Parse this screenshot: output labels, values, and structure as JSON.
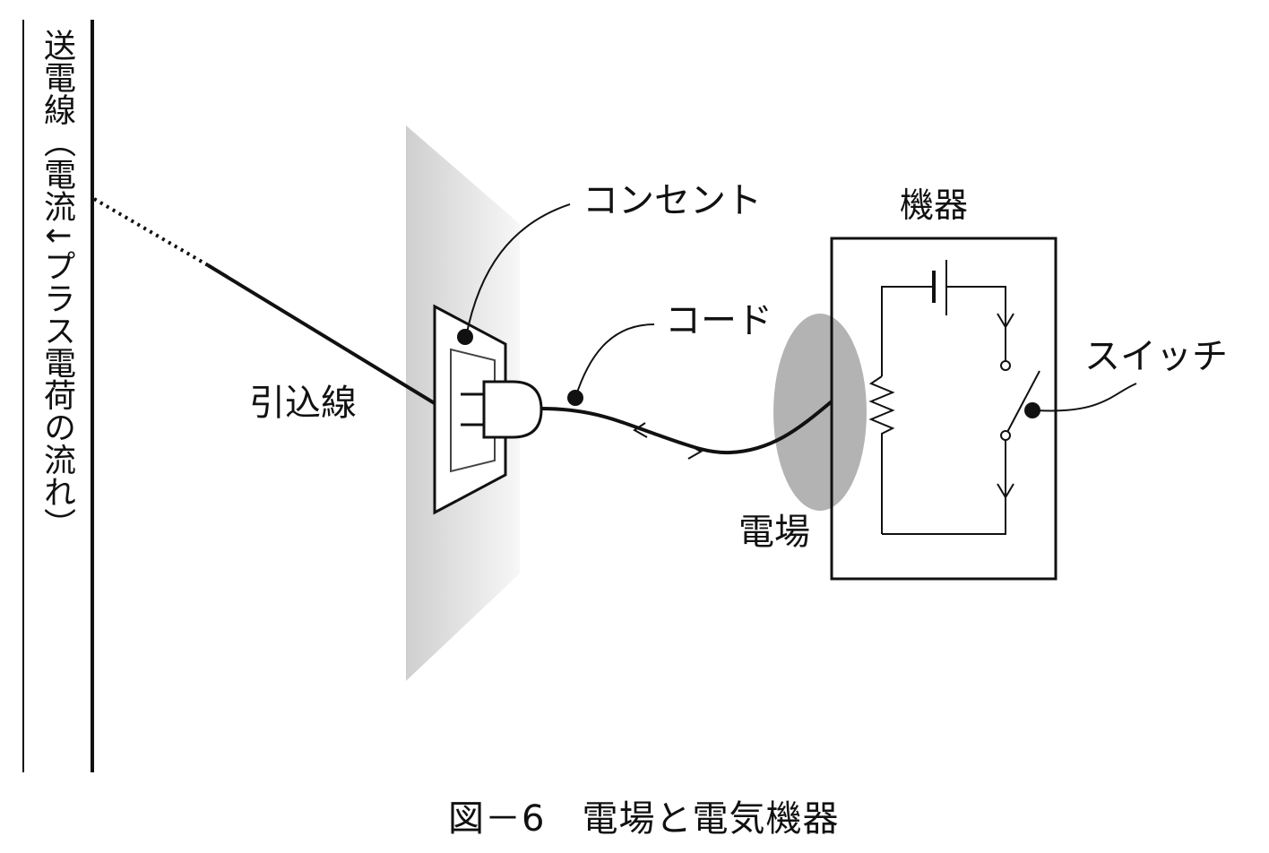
{
  "labels": {
    "transmission_line": "送電線（電流↓プラス電荷の流れ）",
    "outlet": "コンセント",
    "device": "機器",
    "cord": "コード",
    "switch": "スイッチ",
    "drop_line": "引込線",
    "electric_field": "電場"
  },
  "caption": "図－6　電場と電気機器",
  "colors": {
    "line": "#111111",
    "electric_field_fill": "#b3b3b3",
    "wall_shade": "#d8d8d8"
  }
}
